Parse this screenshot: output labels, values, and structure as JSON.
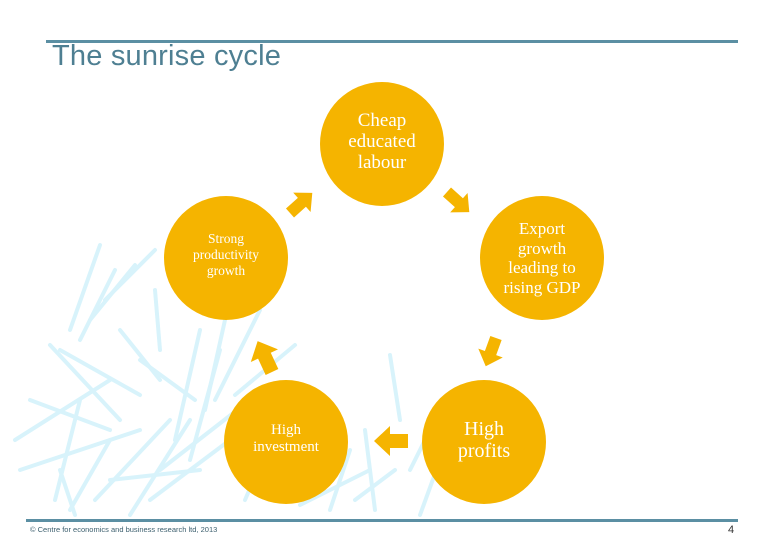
{
  "title": "The sunrise cycle",
  "colors": {
    "accent": "#f5b400",
    "rule": "#5b8fa3",
    "title": "#4e7f92",
    "background_lines": "#d8f3fb"
  },
  "nodes": [
    {
      "id": "cheap-educated-labour",
      "label": "Cheap educated labour"
    },
    {
      "id": "export-growth",
      "label": "Export growth leading to rising GDP"
    },
    {
      "id": "high-profits",
      "label": "High profits"
    },
    {
      "id": "high-investment",
      "label": "High investment"
    },
    {
      "id": "strong-productivity-growth",
      "label": "Strong productivity growth"
    }
  ],
  "footer": {
    "copyright": "© Centre for economics and business research ltd, 2013",
    "page_number": "4"
  }
}
